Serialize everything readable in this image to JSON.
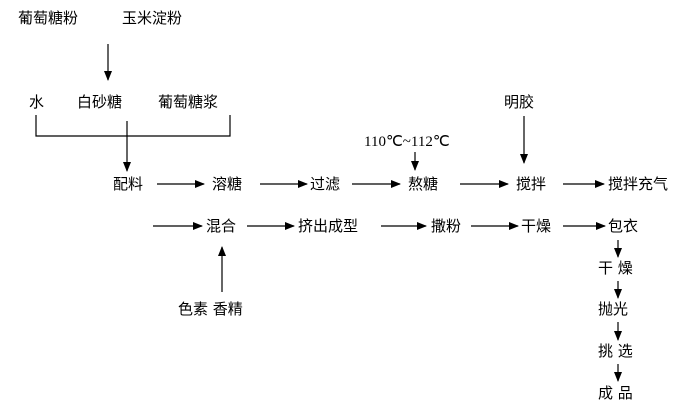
{
  "nodes": {
    "glucose_powder": "葡萄糖粉",
    "corn_starch": "玉米淀粉",
    "water": "水",
    "white_sugar": "白砂糖",
    "glucose_syrup": "葡萄糖浆",
    "gelatin": "明胶",
    "temperature": "110℃~112℃",
    "batching": "配料",
    "dissolving_sugar": "溶糖",
    "filtering": "过滤",
    "boiling_sugar": "熬糖",
    "stirring": "搅拌",
    "stirring_aerating": "搅拌充气",
    "mixing": "混合",
    "extrusion_forming": "挤出成型",
    "powder_dusting": "撒粉",
    "drying": "干燥",
    "coating": "包衣",
    "drying_2": "干 燥",
    "polishing": "抛光",
    "sorting": "挑 选",
    "finished_product": "成 品",
    "colorant_flavor": "色素  香精"
  }
}
